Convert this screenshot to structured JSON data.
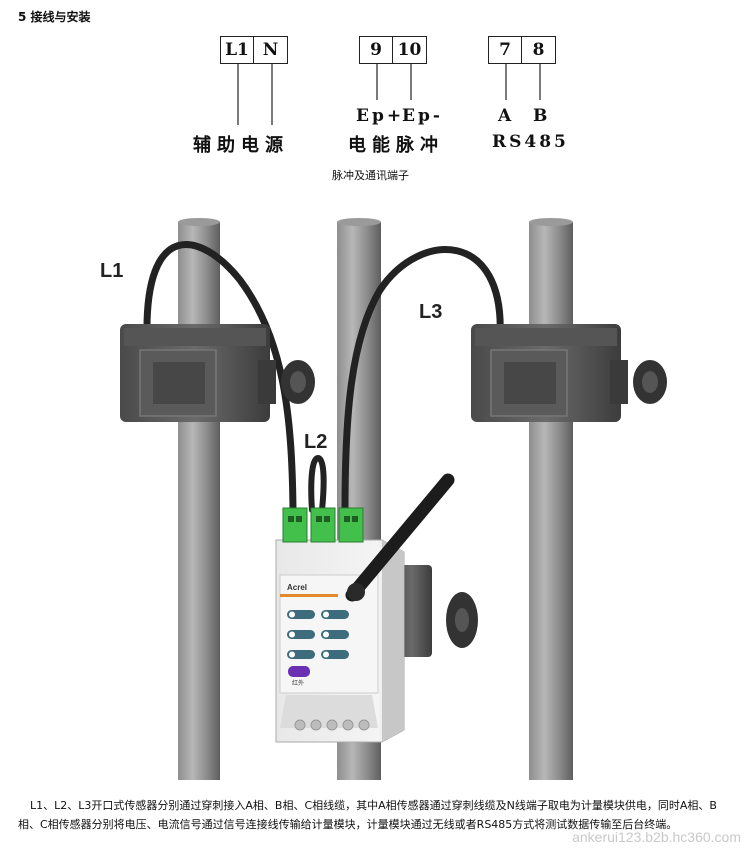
{
  "section_title": "5 接线与安装",
  "terminals": {
    "aux_power": {
      "cells": [
        "L1",
        "N"
      ],
      "label": "辅助电源"
    },
    "pulse": {
      "cells": [
        "9",
        "10"
      ],
      "sub_labels": [
        "Ep+",
        "Ep-"
      ],
      "label": "电能脉冲"
    },
    "rs485": {
      "cells": [
        "7",
        "8"
      ],
      "sub_labels": [
        "A",
        "B"
      ],
      "label": "RS485"
    }
  },
  "caption": "脉冲及通讯端子",
  "sensor_labels": [
    "L1",
    "L2",
    "L3"
  ],
  "device": {
    "brand": "Acrel",
    "button_label": "红外"
  },
  "description": "L1、L2、L3开口式传感器分别通过穿刺接入A相、B相、C相线缆，其中A相传感器通过穿刺线缆及N线端子取电为计量模块供电，同时A相、B相、C相传感器分别将电压、电流信号通过信号连接线传输给计量模块，计量模块通过无线或者RS485方式将测试数据传输至后台终端。",
  "watermark": "ankerui123.b2b.hc360.com"
}
